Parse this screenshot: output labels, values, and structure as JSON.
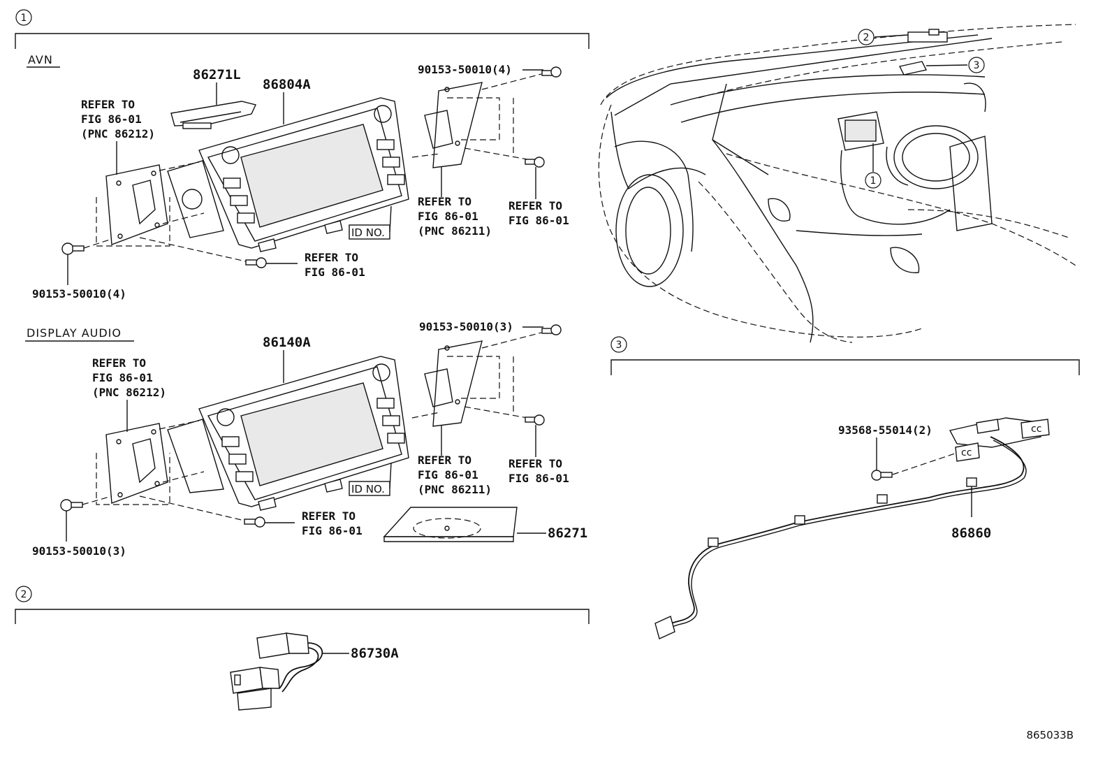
{
  "sections": {
    "s1": "1",
    "s2": "2",
    "s3": "3"
  },
  "callouts": {
    "c1": "1",
    "c2": "2",
    "c3": "3"
  },
  "avn": {
    "heading": "AVN",
    "part_unit": "86804A",
    "part_cover": "86271L",
    "bolt_top": "90153-50010(4)",
    "bolt_left": "90153-50010(4)",
    "refer_left": [
      "REFER TO",
      "FIG 86-01",
      "(PNC 86212)"
    ],
    "refer_right_bracket": [
      "REFER TO",
      "FIG 86-01",
      "(PNC 86211)"
    ],
    "refer_right_screw": [
      "REFER TO",
      "FIG 86-01"
    ],
    "refer_bottom": [
      "REFER TO",
      "FIG 86-01"
    ],
    "id_no": "ID NO."
  },
  "display_audio": {
    "heading": "DISPLAY AUDIO",
    "part_unit": "86140A",
    "part_disc": "86271",
    "bolt_top": "90153-50010(3)",
    "bolt_left": "90153-50010(3)",
    "refer_left": [
      "REFER TO",
      "FIG 86-01",
      "(PNC 86212)"
    ],
    "refer_right_bracket": [
      "REFER TO",
      "FIG 86-01",
      "(PNC 86211)"
    ],
    "refer_right_screw": [
      "REFER TO",
      "FIG 86-01"
    ],
    "refer_bottom": [
      "REFER TO",
      "FIG 86-01"
    ],
    "id_no": "ID NO."
  },
  "section2": {
    "part": "86730A"
  },
  "section3": {
    "bolt": "93568-55014(2)",
    "part": "86860"
  },
  "figure_code": "865033B"
}
